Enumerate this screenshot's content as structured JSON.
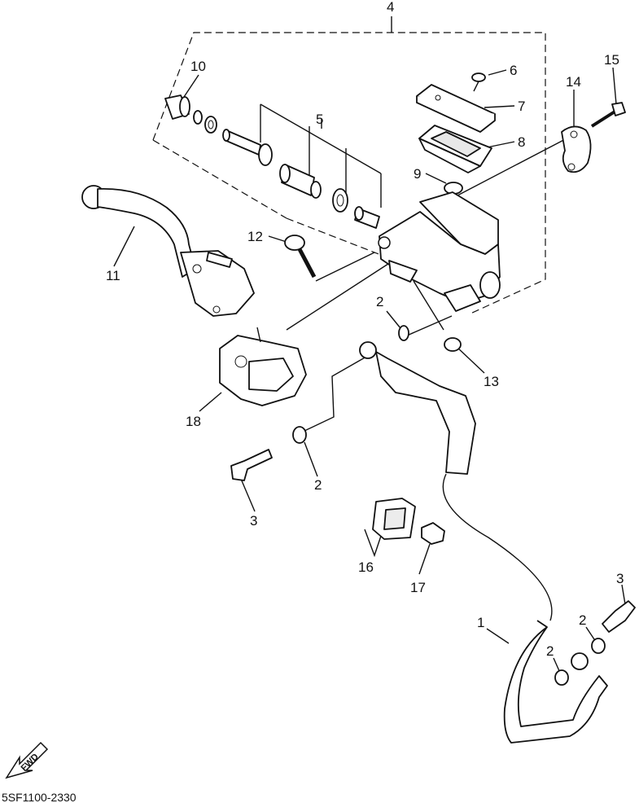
{
  "diagram": {
    "callouts": {
      "c1": "1",
      "c2a": "2",
      "c2b": "2",
      "c2c": "2",
      "c2d": "2",
      "c3a": "3",
      "c3b": "3",
      "c4": "4",
      "c5": "5",
      "c6": "6",
      "c7": "7",
      "c8": "8",
      "c9": "9",
      "c10": "10",
      "c11": "11",
      "c12": "12",
      "c13": "13",
      "c14": "14",
      "c15": "15",
      "c16": "16",
      "c17": "17",
      "c18": "18"
    },
    "fwd_label": "FWD",
    "part_code": "5SF1100-2330"
  }
}
